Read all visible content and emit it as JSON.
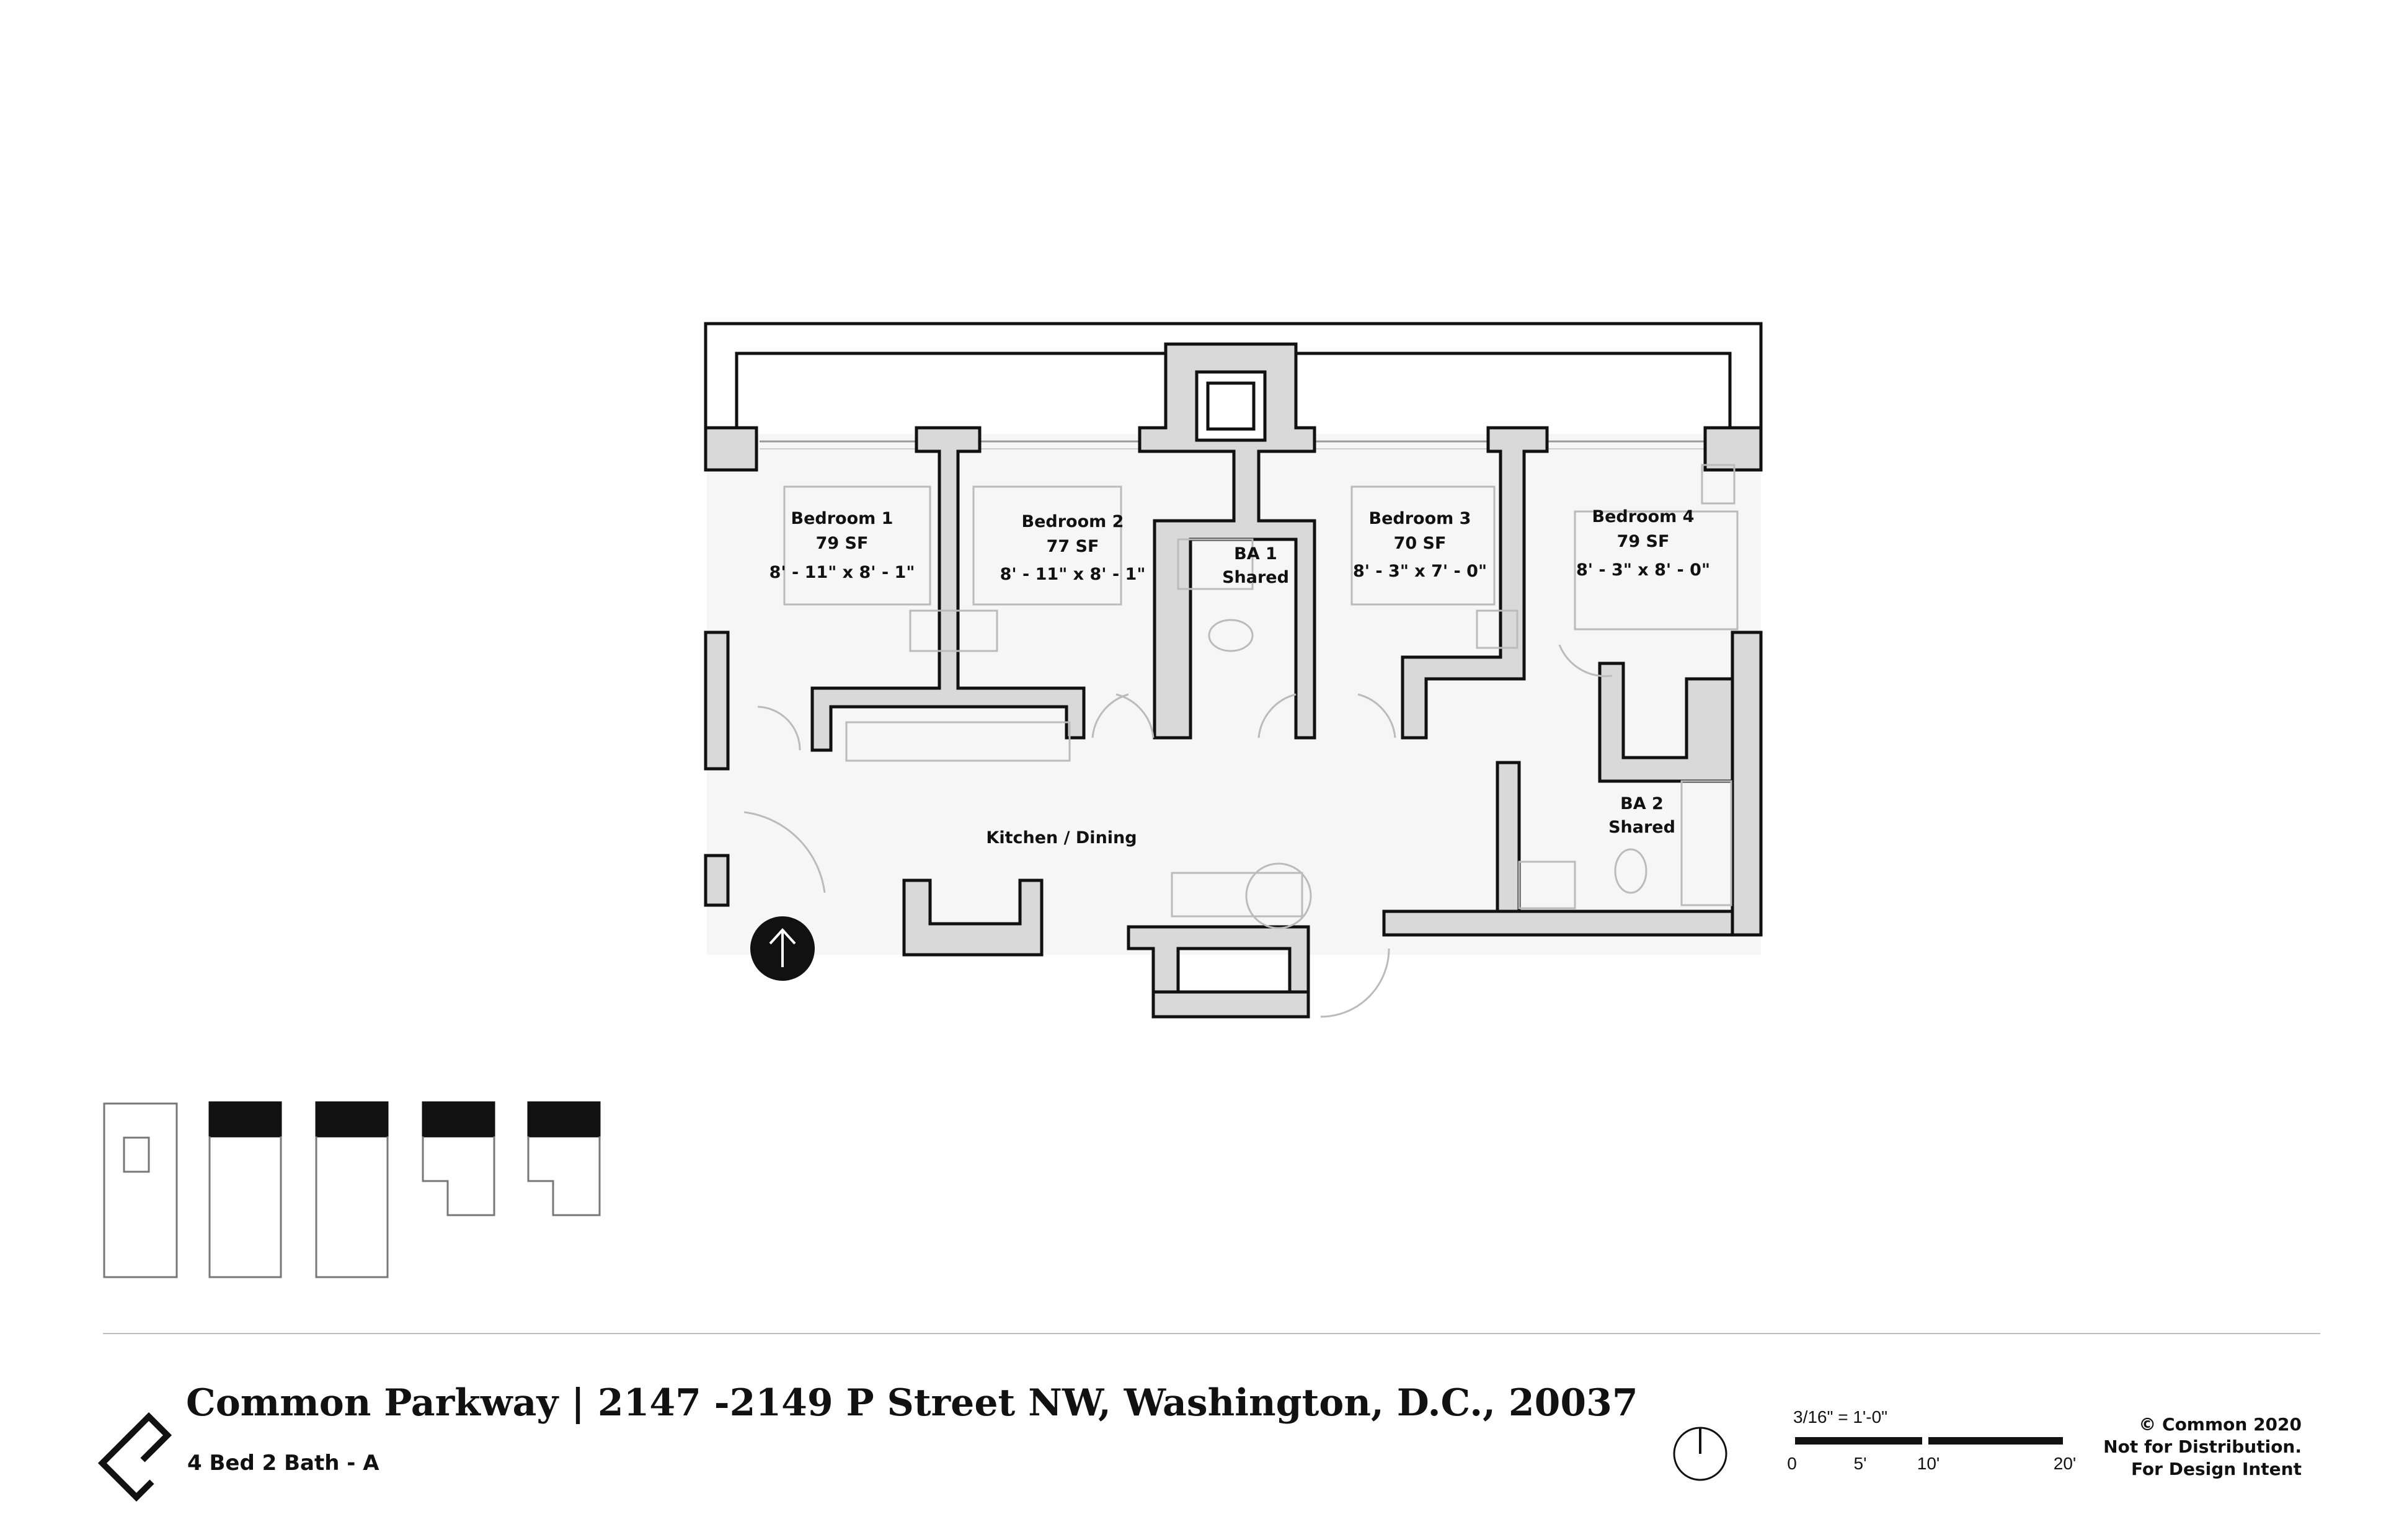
{
  "project": {
    "title": "Common Parkway | 2147 -2149 P Street NW, Washington, D.C., 20037",
    "unit_type": "4 Bed 2 Bath - A"
  },
  "copyright": {
    "line1": "© Common 2020",
    "line2": "Not for Distribution.",
    "line3": "For Design Intent"
  },
  "scale": {
    "label": "3/16\" = 1'-0\"",
    "ticks": [
      "0",
      "5'",
      "10'",
      "20'"
    ]
  },
  "rooms": {
    "bedroom1": {
      "name": "Bedroom 1",
      "area": "79 SF",
      "dims": "8' - 11\"  x   8' - 1\""
    },
    "bedroom2": {
      "name": "Bedroom 2",
      "area": "77 SF",
      "dims": "8' - 11\"  x   8' - 1\""
    },
    "ba1": {
      "name": "BA 1",
      "note": "Shared"
    },
    "bedroom3": {
      "name": "Bedroom 3",
      "area": "70 SF",
      "dims": "8' - 3\"  x   7' - 0\""
    },
    "bedroom4": {
      "name": "Bedroom 4",
      "area": "79 SF",
      "dims": "8' - 3\"  x   8' - 0\""
    },
    "kitchen": {
      "name": "Kitchen / Dining"
    },
    "ba2": {
      "name": "BA 2",
      "note": "Shared"
    }
  },
  "colors": {
    "wall_fill": "#d9d9d9",
    "wall_stroke": "#111111",
    "floor": "#f6f6f6",
    "key_fill": "#111111"
  },
  "icons": [
    "company-logo-icon",
    "entry-arrow-icon",
    "north-arrow-icon"
  ]
}
